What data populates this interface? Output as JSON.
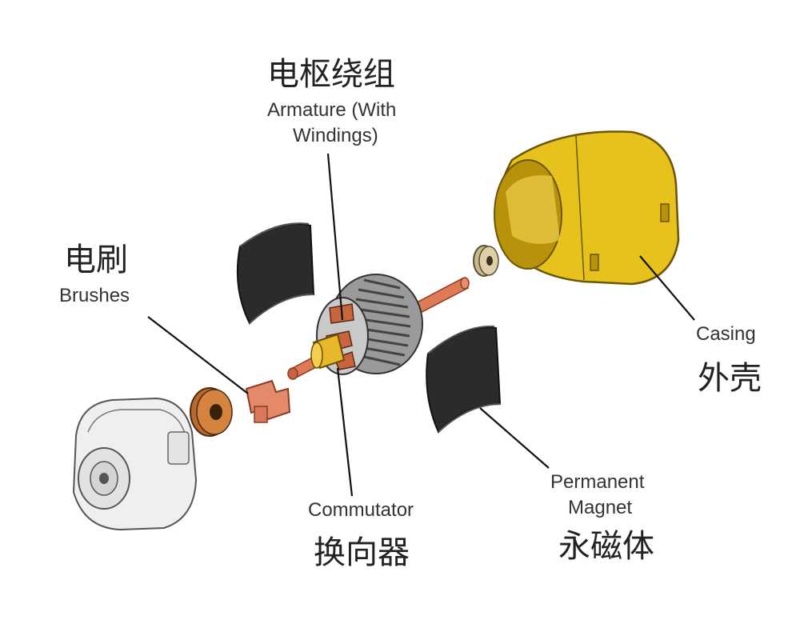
{
  "labels": {
    "armature": {
      "cn": "电枢绕组",
      "en_line1": "Armature (With",
      "en_line2": "Windings)"
    },
    "brushes": {
      "cn": "电刷",
      "en": "Brushes"
    },
    "casing": {
      "cn": "外壳",
      "en": "Casing"
    },
    "commutator": {
      "cn": "换向器",
      "en": "Commutator"
    },
    "magnet": {
      "cn": "永磁体",
      "en_line1": "Permanent",
      "en_line2": "Magnet"
    }
  },
  "colors": {
    "casing": "#e8c21c",
    "casing_shade": "#b8920a",
    "magnet": "#2a2a2a",
    "copper": "#d9805a",
    "bearing": "#c8743a",
    "endcap": "#e6e6e6",
    "leader": "#111111"
  }
}
